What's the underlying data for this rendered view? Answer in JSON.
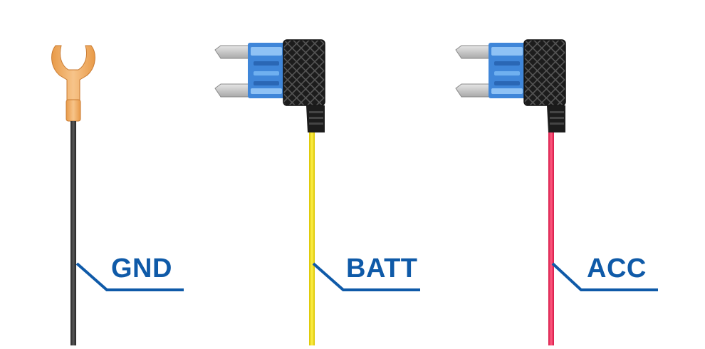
{
  "labels": {
    "gnd": "GND",
    "batt": "BATT",
    "acc": "ACC"
  },
  "colors": {
    "label_blue": "#0f5aa8",
    "gnd_wire": "#3b3b3b",
    "batt_wire": "#f2e022",
    "acc_wire": "#ee2a5a",
    "fork_terminal": "#f0a85a",
    "fuse_blue": "#3f86d9",
    "fuse_holder": "#1c1c1c",
    "blade_metal": "#c9c9c9"
  },
  "icons": {
    "gnd_terminal": "fork-terminal-icon",
    "batt_fuse": "add-a-circuit-fuse-tap-icon",
    "acc_fuse": "add-a-circuit-fuse-tap-icon"
  }
}
